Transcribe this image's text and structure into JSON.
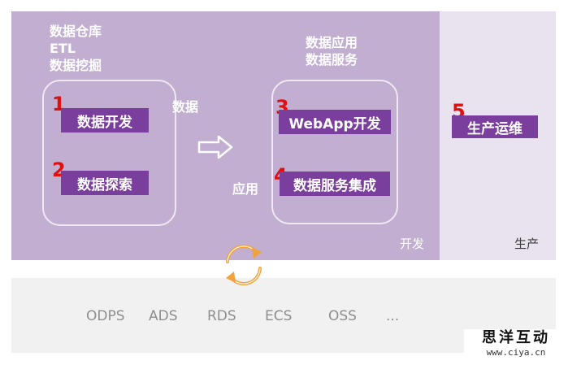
{
  "dev_zone": {
    "label": "开发",
    "left_title": [
      "数据仓库",
      "ETL",
      "数据挖掘"
    ],
    "right_title": [
      "数据应用",
      "数据服务"
    ],
    "arrow_top_label": "数据",
    "arrow_bottom_label": "应用",
    "left_items": [
      {
        "number": "1",
        "label": "数据开发"
      },
      {
        "number": "2",
        "label": "数据探索"
      }
    ],
    "right_items": [
      {
        "number": "3",
        "label": "WebApp开发"
      },
      {
        "number": "4",
        "label": "数据服务集成"
      }
    ]
  },
  "prod_zone": {
    "label": "生产",
    "item": {
      "number": "5",
      "label": "生产运维"
    }
  },
  "infrastructure": {
    "services": [
      "ODPS",
      "ADS",
      "RDS",
      "ECS",
      "OSS",
      "..."
    ]
  },
  "watermark": {
    "title": "思洋互动",
    "url": "www.ciya.cn"
  },
  "colors": {
    "dev_zone_bg": "#c1aed0",
    "prod_zone_bg": "#e9e3ef",
    "pill_purple": "#7a3f9c",
    "number_red": "#e01010",
    "cycle_orange": "#f0a33c"
  }
}
